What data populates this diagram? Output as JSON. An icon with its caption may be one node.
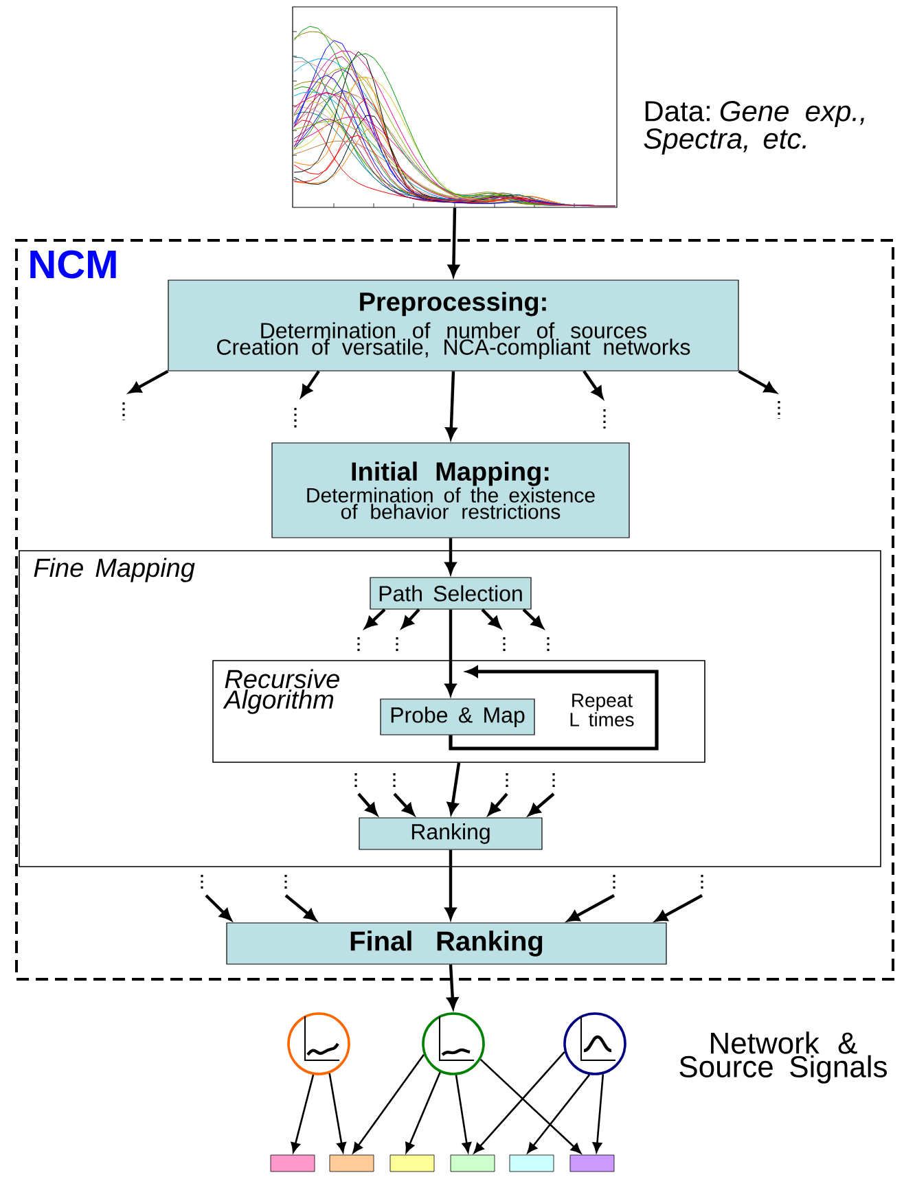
{
  "diagram": {
    "nodes": [
      {
        "text": [],
        "shape": "picture",
        "beside": [
          "Data: *Gene exp., Spectra, etc.*"
        ]
      },
      {
        "text": [
          "NCM"
        ]
      },
      {
        "text": [
          "Preprocessing:",
          "Determination of number of sources",
          "Creation of versatile, NCA-compliant networks"
        ],
        "in": 1
      },
      {
        "text": [
          "Initial Mapping:",
          "Determination of the existence of behavior restrictions"
        ],
        "in": 1
      },
      {
        "text": [
          "Fine Mapping"
        ],
        "in": 1
      },
      {
        "text": [
          "Path Selection"
        ],
        "in": 4
      },
      {
        "text": [
          "Recursive Algorithm"
        ],
        "in": 4
      },
      {
        "text": [
          "Probe & Map"
        ],
        "in": 6
      },
      {
        "text": [
          "Ranking"
        ],
        "in": 4
      },
      {
        "text": [
          "Final Ranking"
        ],
        "in": 1
      },
      {
        "text": [],
        "shape": "circle"
      },
      {
        "text": [],
        "shape": "circle"
      },
      {
        "text": [],
        "shape": "circle"
      },
      {
        "text": [],
        "shape": "box"
      },
      {
        "text": [],
        "shape": "box"
      },
      {
        "text": [],
        "shape": "box"
      },
      {
        "text": [],
        "shape": "box"
      },
      {
        "text": [],
        "shape": "box"
      },
      {
        "text": [],
        "shape": "box"
      }
    ],
    "edges": [
      {
        "from": 0,
        "to": 2,
        "arrow": "to"
      },
      {
        "from": 2,
        "to": 3,
        "arrow": "to"
      },
      {
        "from": 3,
        "to": 5,
        "arrow": "to"
      },
      {
        "from": 5,
        "to": 7,
        "arrow": "to"
      },
      {
        "from": 7,
        "to": 7,
        "arrow": "to",
        "label": "Repeat L times"
      },
      {
        "from": 6,
        "to": 8,
        "arrow": "to"
      },
      {
        "from": 8,
        "to": 9,
        "arrow": "to"
      },
      {
        "from": 9,
        "to": 11,
        "arrow": "to"
      },
      {
        "from": 2,
        "to": null,
        "arrow": "to"
      },
      {
        "from": 2,
        "to": null,
        "arrow": "to"
      },
      {
        "from": 2,
        "to": null,
        "arrow": "to"
      },
      {
        "from": 2,
        "to": null,
        "arrow": "to"
      },
      {
        "from": 5,
        "to": null,
        "arrow": "to"
      },
      {
        "from": 5,
        "to": null,
        "arrow": "to"
      },
      {
        "from": 5,
        "to": null,
        "arrow": "to"
      },
      {
        "from": 5,
        "to": null,
        "arrow": "to"
      },
      {
        "from": null,
        "to": 8,
        "arrow": "to"
      },
      {
        "from": null,
        "to": 8,
        "arrow": "to"
      },
      {
        "from": null,
        "to": 8,
        "arrow": "to"
      },
      {
        "from": null,
        "to": 8,
        "arrow": "to"
      },
      {
        "from": null,
        "to": 9,
        "arrow": "to"
      },
      {
        "from": null,
        "to": 9,
        "arrow": "to"
      },
      {
        "from": null,
        "to": 9,
        "arrow": "to"
      },
      {
        "from": null,
        "to": 9,
        "arrow": "to"
      },
      {
        "from": 10,
        "to": 13,
        "arrow": "to"
      },
      {
        "from": 10,
        "to": 14,
        "arrow": "to"
      },
      {
        "from": 11,
        "to": 14,
        "arrow": "to"
      },
      {
        "from": 11,
        "to": 15,
        "arrow": "to"
      },
      {
        "from": 11,
        "to": 16,
        "arrow": "to"
      },
      {
        "from": 11,
        "to": 18,
        "arrow": "to"
      },
      {
        "from": 12,
        "to": 16,
        "arrow": "to"
      },
      {
        "from": 12,
        "to": 17,
        "arrow": "to"
      },
      {
        "from": 12,
        "to": 18,
        "arrow": "to"
      }
    ],
    "labels": [
      "Network & Source Signals"
    ]
  }
}
